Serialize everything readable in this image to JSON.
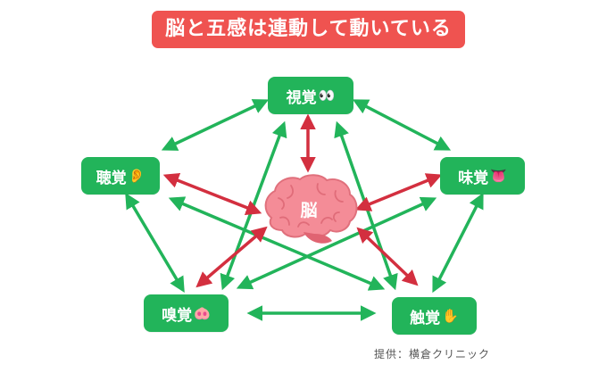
{
  "title": "脳と五感は連動して動いている",
  "center": {
    "label": "脳"
  },
  "senses": {
    "sight": {
      "label": "視覚",
      "icon": "eyes-icon",
      "glyph": "👀"
    },
    "hearing": {
      "label": "聴覚",
      "icon": "ear-icon",
      "glyph": "👂"
    },
    "taste": {
      "label": "味覚",
      "icon": "tongue-icon",
      "glyph": "👅"
    },
    "smell": {
      "label": "嗅覚",
      "icon": "pig-nose-icon",
      "glyph": "🐽"
    },
    "touch": {
      "label": "触覚",
      "icon": "raised-hand-icon",
      "glyph": "✋"
    }
  },
  "credit": "提供：横倉クリニック",
  "colors": {
    "title_bg": "#ef5350",
    "node_bg": "#22b45a",
    "sense_arrow": "#22b45a",
    "brain_arrow": "#d32f3f",
    "brain": "#f48c97"
  }
}
